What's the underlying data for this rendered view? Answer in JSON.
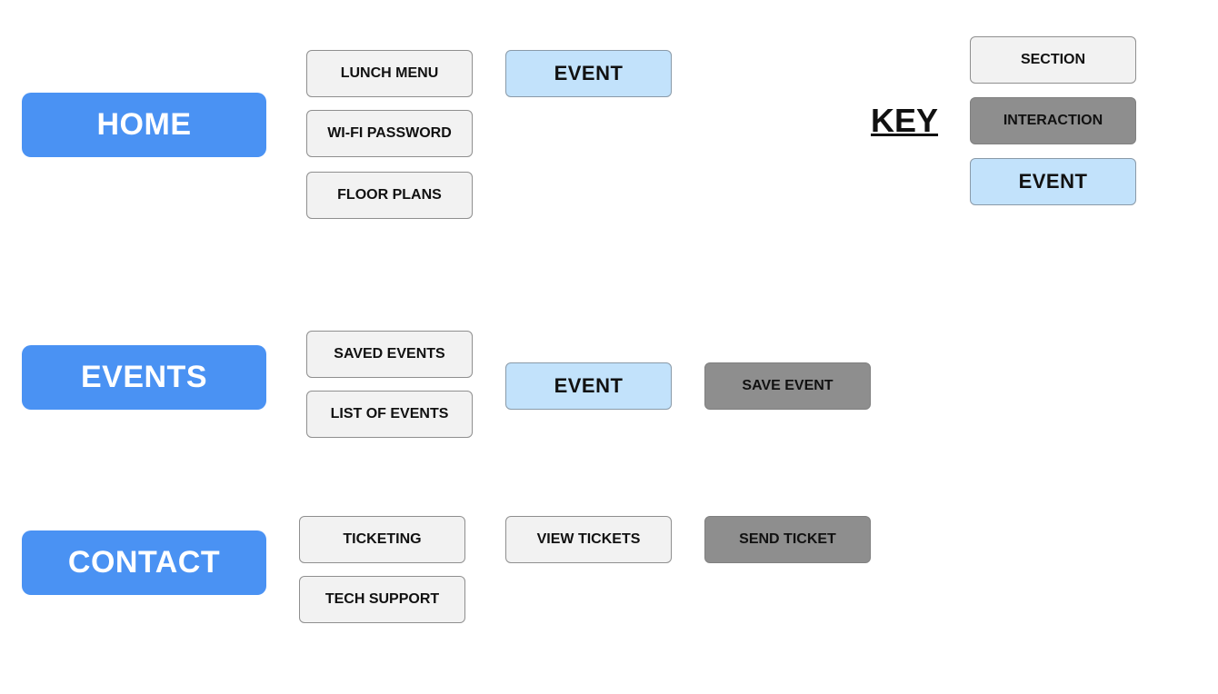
{
  "sections": {
    "home": {
      "label": "HOME",
      "items": [
        "LUNCH MENU",
        "WI-FI PASSWORD",
        "FLOOR PLANS"
      ],
      "event": "EVENT"
    },
    "events": {
      "label": "EVENTS",
      "items": [
        "SAVED EVENTS",
        "LIST OF EVENTS"
      ],
      "event": "EVENT",
      "interaction": "SAVE EVENT"
    },
    "contact": {
      "label": "CONTACT",
      "items": [
        "TICKETING",
        "TECH SUPPORT"
      ],
      "view": "VIEW TICKETS",
      "interaction": "SEND TICKET"
    }
  },
  "key": {
    "title": "KEY",
    "section": "SECTION",
    "interaction": "INTERACTION",
    "event": "EVENT"
  },
  "colors": {
    "primary": "#4a92f3",
    "section": "#f2f2f2",
    "interaction": "#8e8e8e",
    "event": "#c2e2fb"
  }
}
